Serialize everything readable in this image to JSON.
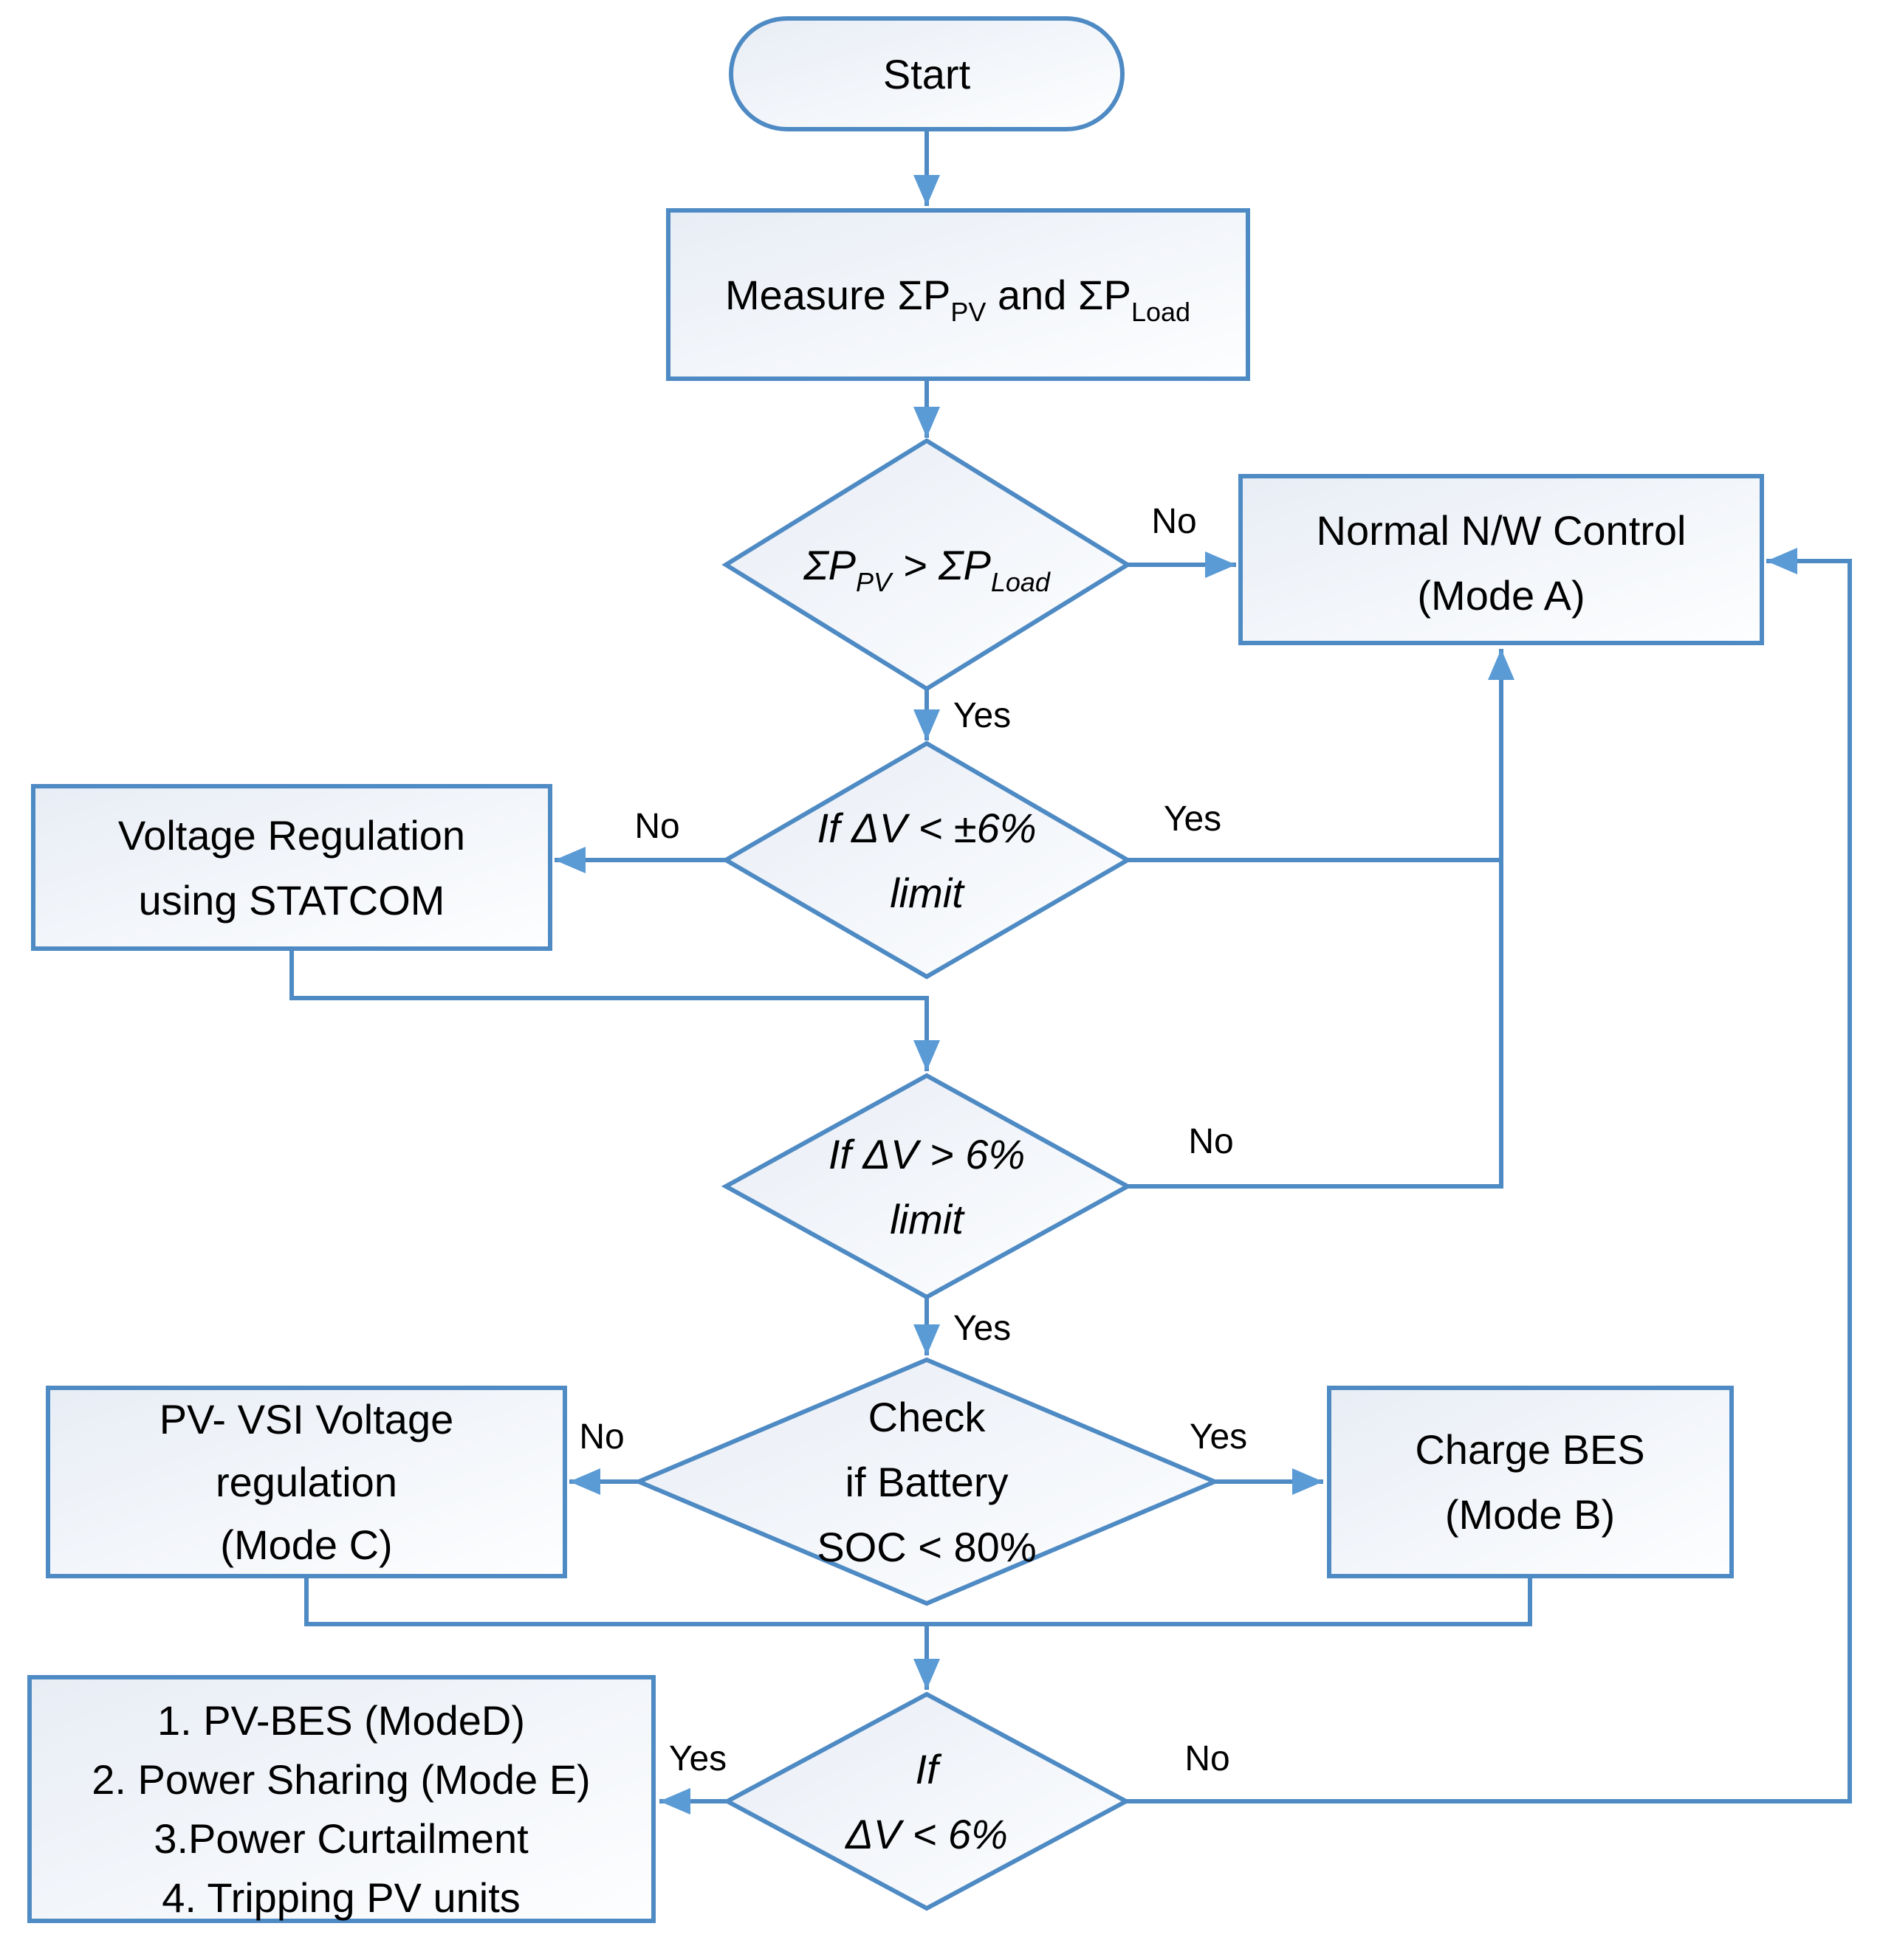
{
  "palette": {
    "line": "#4e8ac3",
    "arrowhead": "#5b9bd5",
    "node_fill_top_left": "#e8edf5",
    "node_fill_bottom_right": "#fdfeff",
    "text": "#000000"
  },
  "nodes": {
    "start": {
      "label": "Start"
    },
    "measure": {
      "part1": "Measure ΣP",
      "sub1": "PV",
      "part2": " and ΣP",
      "sub2": "Load"
    },
    "decision1": {
      "part1": "ΣP",
      "sub1": "PV",
      "part2": " > ΣP",
      "sub2": "Load"
    },
    "mode_a": {
      "line1": "Normal N/W Control",
      "line2": "(Mode A)"
    },
    "decision2": {
      "line1": "If ΔV < ±6%",
      "line2": "limit"
    },
    "statcom": {
      "line1": "Voltage Regulation",
      "line2": "using STATCOM"
    },
    "decision3": {
      "line1": "If ΔV > 6%",
      "line2": "limit"
    },
    "decision4": {
      "line1": "Check",
      "line2": "if Battery",
      "line3": "SOC < 80%"
    },
    "mode_c": {
      "line1": "PV- VSI Voltage",
      "line2": "regulation",
      "line3": "(Mode C)"
    },
    "mode_b": {
      "line1": "Charge BES",
      "line2": "(Mode B)"
    },
    "decision5": {
      "line1": "If",
      "line2": "ΔV < 6%"
    },
    "actions": {
      "line1": "1. PV-BES (ModeD)",
      "line2": "2. Power Sharing (Mode E)",
      "line3": "3.Power Curtailment",
      "line4": "4. Tripping PV units"
    }
  },
  "edge_labels": {
    "d1_no": "No",
    "d1_yes": "Yes",
    "d2_no": "No",
    "d2_yes": "Yes",
    "d3_no": "No",
    "d3_yes": "Yes",
    "d4_no": "No",
    "d4_yes": "Yes",
    "d5_yes": "Yes",
    "d5_no": "No"
  }
}
